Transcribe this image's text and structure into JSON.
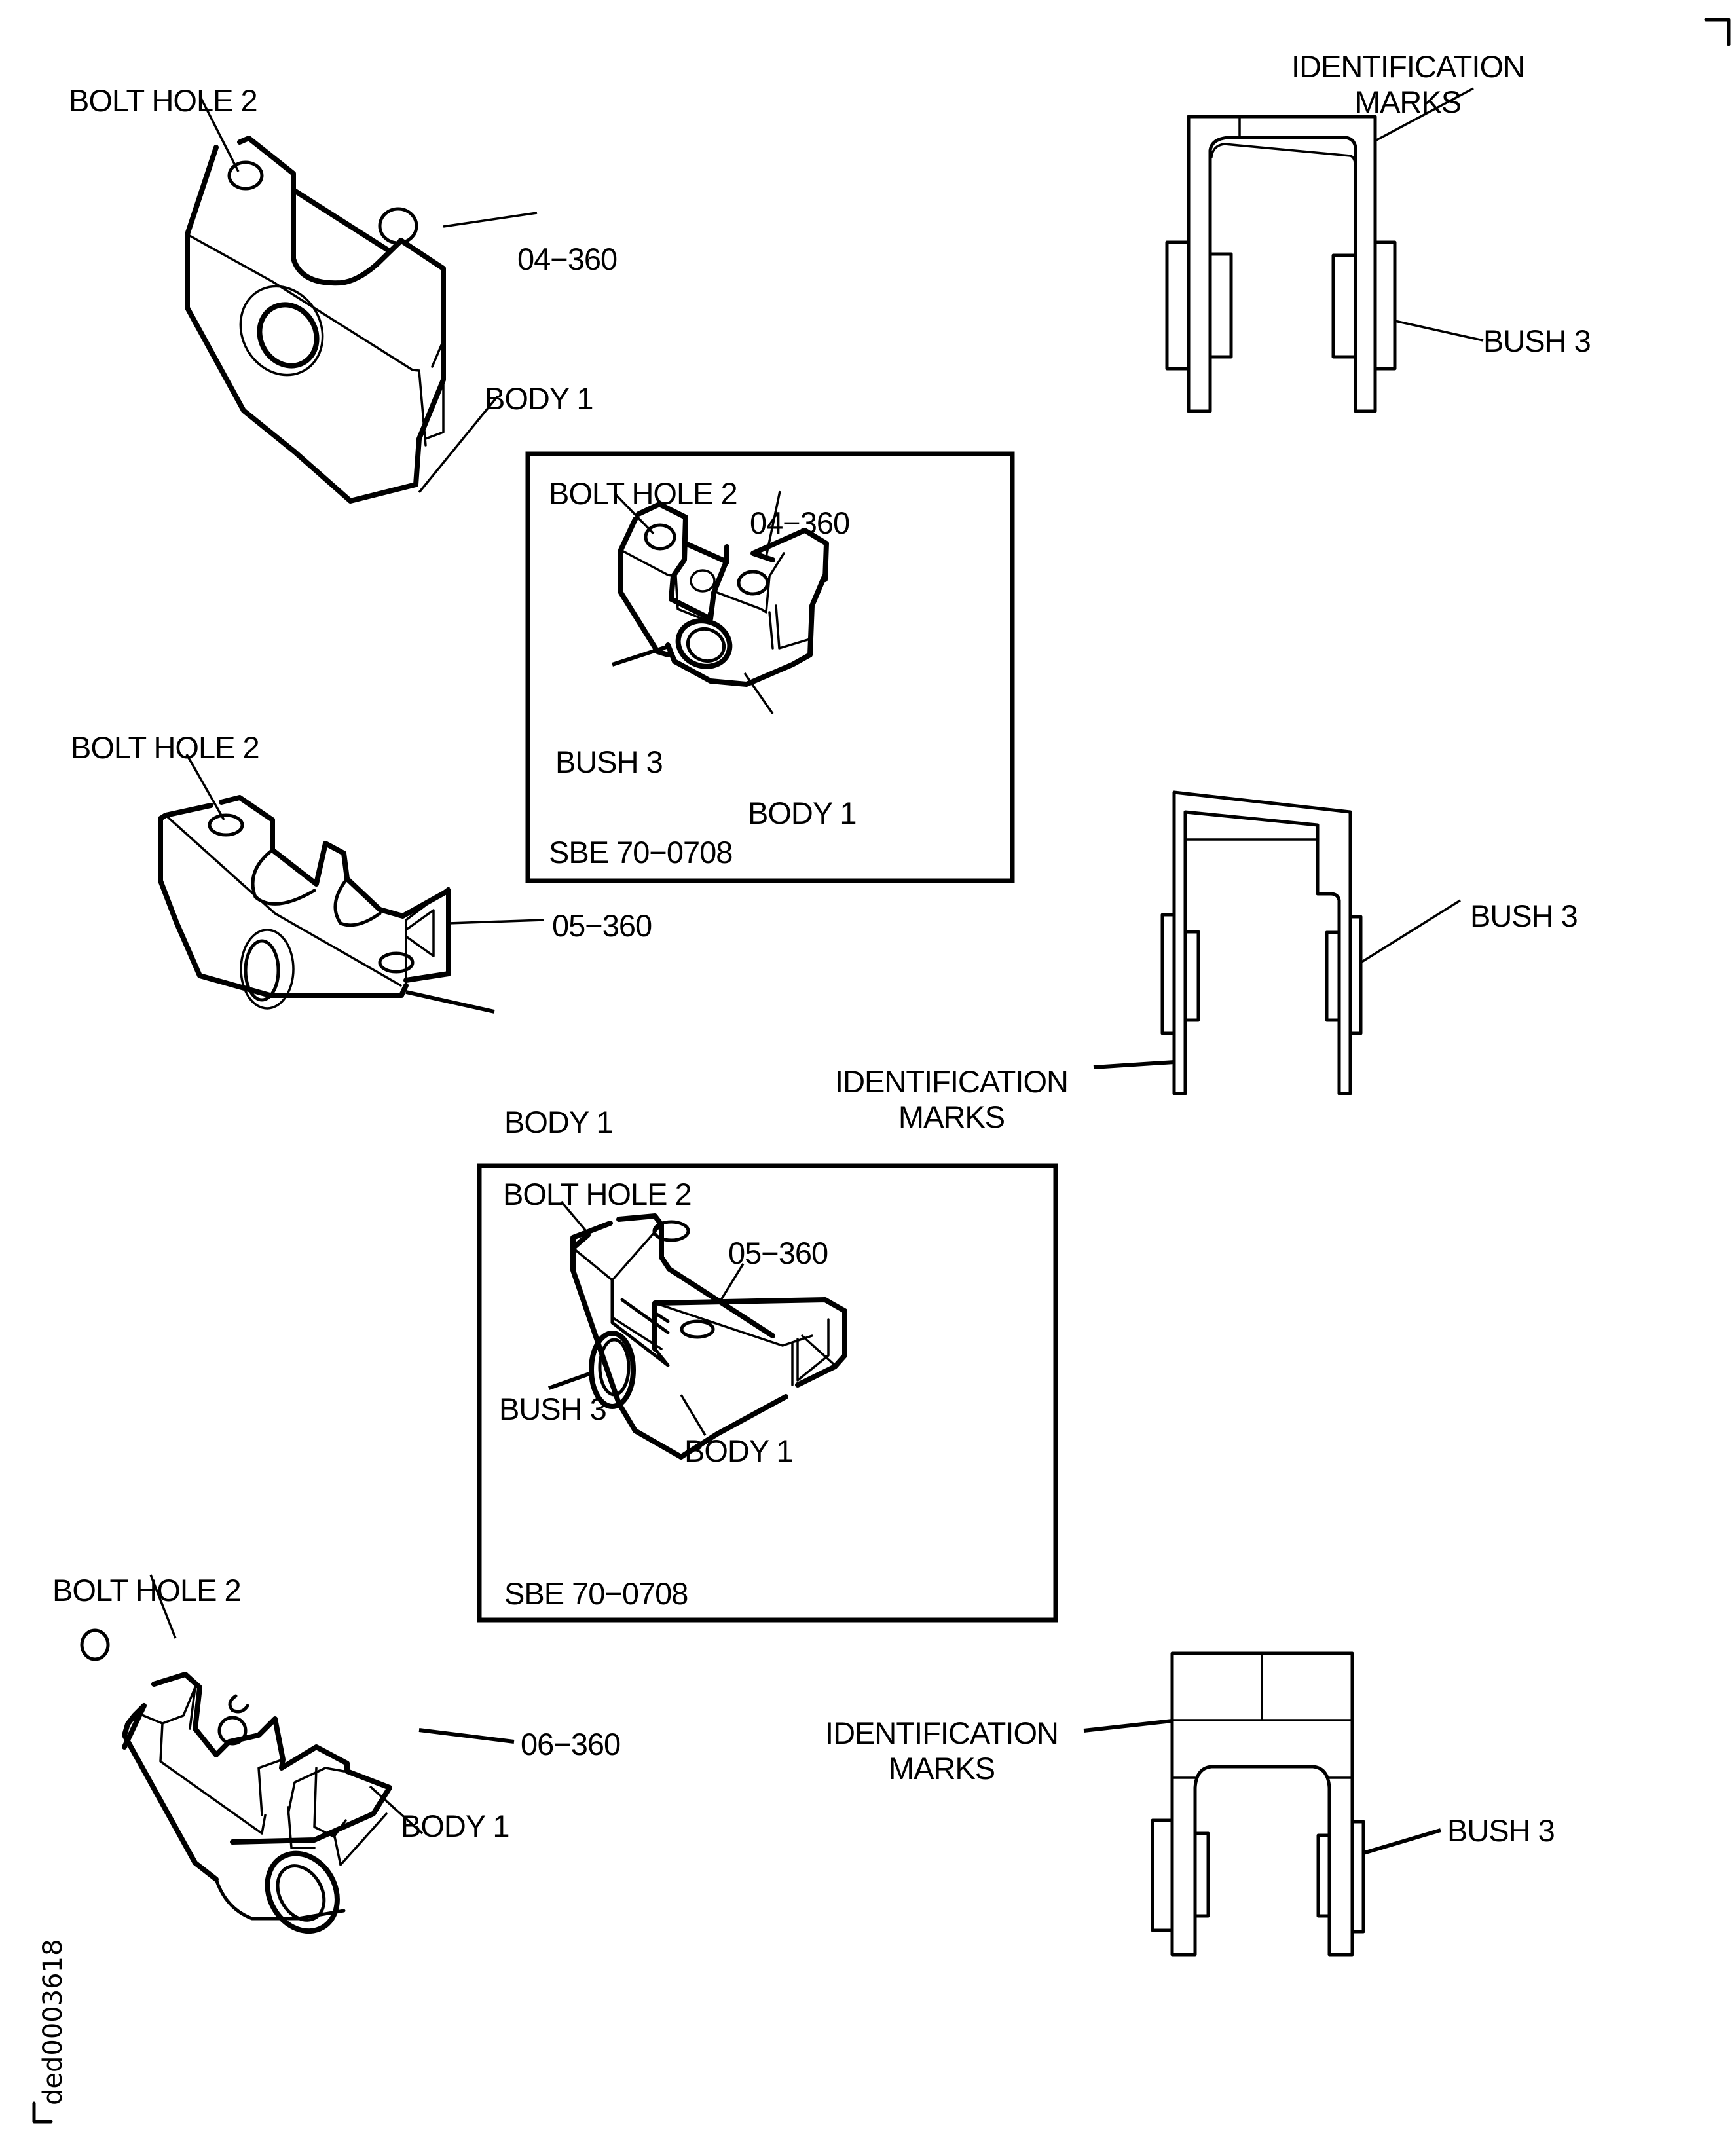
{
  "document_id": "ded0003618",
  "views": [
    {
      "id": "04-360",
      "isometric_labels": {
        "bolt_hole": "BOLT HOLE 2",
        "part_number": "04−360",
        "body": "BODY 1"
      },
      "sbe_inset": {
        "labels": {
          "bolt_hole": "BOLT HOLE 2",
          "part_number": "04−360",
          "bush": "BUSH 3",
          "body": "BODY 1"
        },
        "reference": "SBE 70−0708"
      },
      "front_view_labels": {
        "identification": "IDENTIFICATION\nMARKS",
        "bush": "BUSH 3"
      }
    },
    {
      "id": "05-360",
      "isometric_labels": {
        "bolt_hole": "BOLT HOLE 2",
        "part_number": "05−360",
        "body": "BODY 1"
      },
      "sbe_inset": {
        "labels": {
          "bolt_hole": "BOLT HOLE 2",
          "part_number": "05−360",
          "bush": "BUSH 3",
          "body": "BODY 1"
        },
        "reference": "SBE 70−0708"
      },
      "front_view_labels": {
        "identification": "IDENTIFICATION\nMARKS",
        "bush": "BUSH 3"
      }
    },
    {
      "id": "06-360",
      "isometric_labels": {
        "bolt_hole": "BOLT HOLE 2",
        "part_number": "06−360",
        "body": "BODY 1"
      },
      "front_view_labels": {
        "identification": "IDENTIFICATION\nMARKS",
        "bush": "BUSH 3"
      }
    }
  ]
}
